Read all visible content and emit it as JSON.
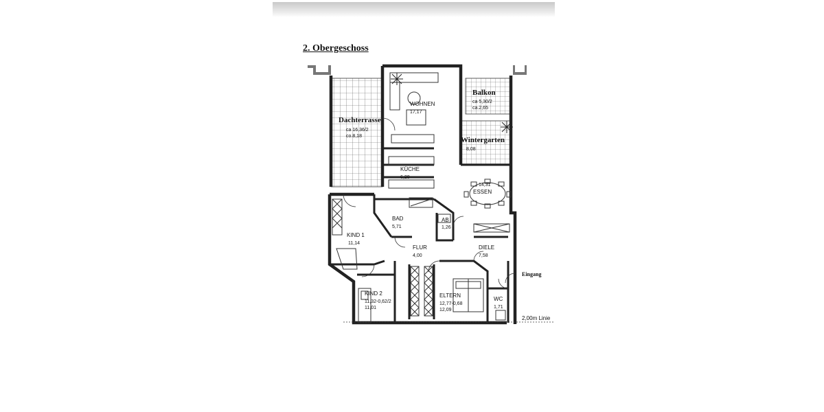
{
  "title": "2. Obergeschoss",
  "rooms": {
    "dachterrasse": {
      "name": "Dachterrasse",
      "area_a": "ca  16,36/2",
      "area_b": "co.8,18"
    },
    "wohnen": {
      "name": "WOHNEN",
      "area": "17,17"
    },
    "balkon": {
      "name": "Balkon",
      "area_a": "ca  5,30/2",
      "area_b": "ca.2,65"
    },
    "wintergarten": {
      "name": "Wintergarten",
      "area": "8,08"
    },
    "kueche": {
      "name": "KÜCHE",
      "area": "6,28"
    },
    "essen": {
      "name": "ESSEN",
      "area": "14,31"
    },
    "bad": {
      "name": "BAD",
      "area": "5,71"
    },
    "ab": {
      "name": "AB",
      "area": "1,26"
    },
    "kind1": {
      "name": "KIND  1",
      "area": "11,14"
    },
    "flur": {
      "name": "FLUR",
      "area": "4,00"
    },
    "diele": {
      "name": "DIELE",
      "area": "7,58"
    },
    "kind2": {
      "name": "KIND  2",
      "area_a": "11,32-0,62/2",
      "area_b": "11,01"
    },
    "eltern": {
      "name": "ELTERN",
      "area_a": "12,77-0,68",
      "area_b": "12,09"
    },
    "wc": {
      "name": "WC",
      "area": "1,71"
    }
  },
  "annotations": {
    "eingang": "Eingang",
    "linie": "2,00m  Linie"
  }
}
